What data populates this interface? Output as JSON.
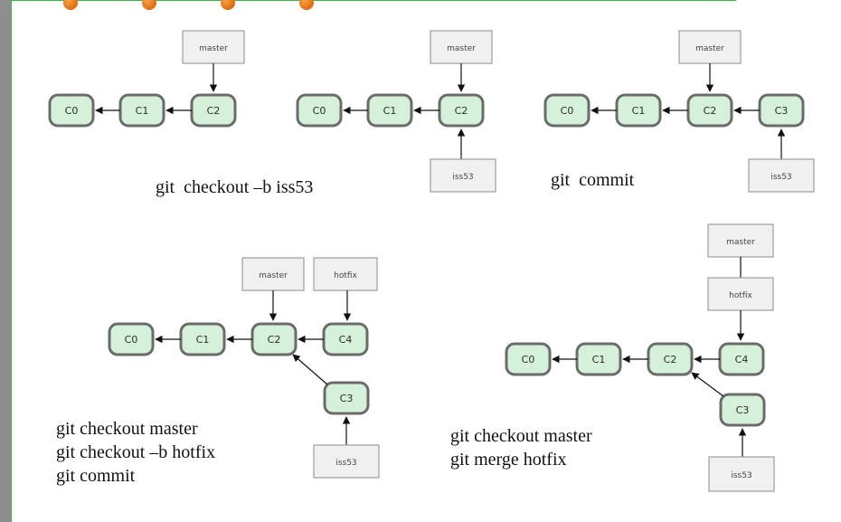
{
  "colors": {
    "commit_fill": "#d6f1d9",
    "ref_fill": "#f0f0f0",
    "frame": "#39b54a",
    "pin": "#e06b0c"
  },
  "panels": [
    {
      "commits": [
        "C0",
        "C1",
        "C2"
      ],
      "refs": [
        "master"
      ],
      "commands": [
        "git  checkout –b iss53"
      ]
    },
    {
      "commits": [
        "C0",
        "C1",
        "C2"
      ],
      "refs": [
        "master",
        "iss53"
      ]
    },
    {
      "commits": [
        "C0",
        "C1",
        "C2",
        "C3"
      ],
      "refs": [
        "master",
        "iss53"
      ],
      "commands": [
        "git  commit"
      ]
    },
    {
      "commits": [
        "C0",
        "C1",
        "C2",
        "C4",
        "C3"
      ],
      "refs": [
        "master",
        "hotfix",
        "iss53"
      ],
      "commands": [
        "git checkout master",
        "git checkout –b hotfix",
        "git commit"
      ]
    },
    {
      "commits": [
        "C0",
        "C1",
        "C2",
        "C4",
        "C3"
      ],
      "refs": [
        "master",
        "hotfix",
        "iss53"
      ],
      "commands": [
        "git checkout master",
        "git merge hotfix"
      ]
    }
  ]
}
